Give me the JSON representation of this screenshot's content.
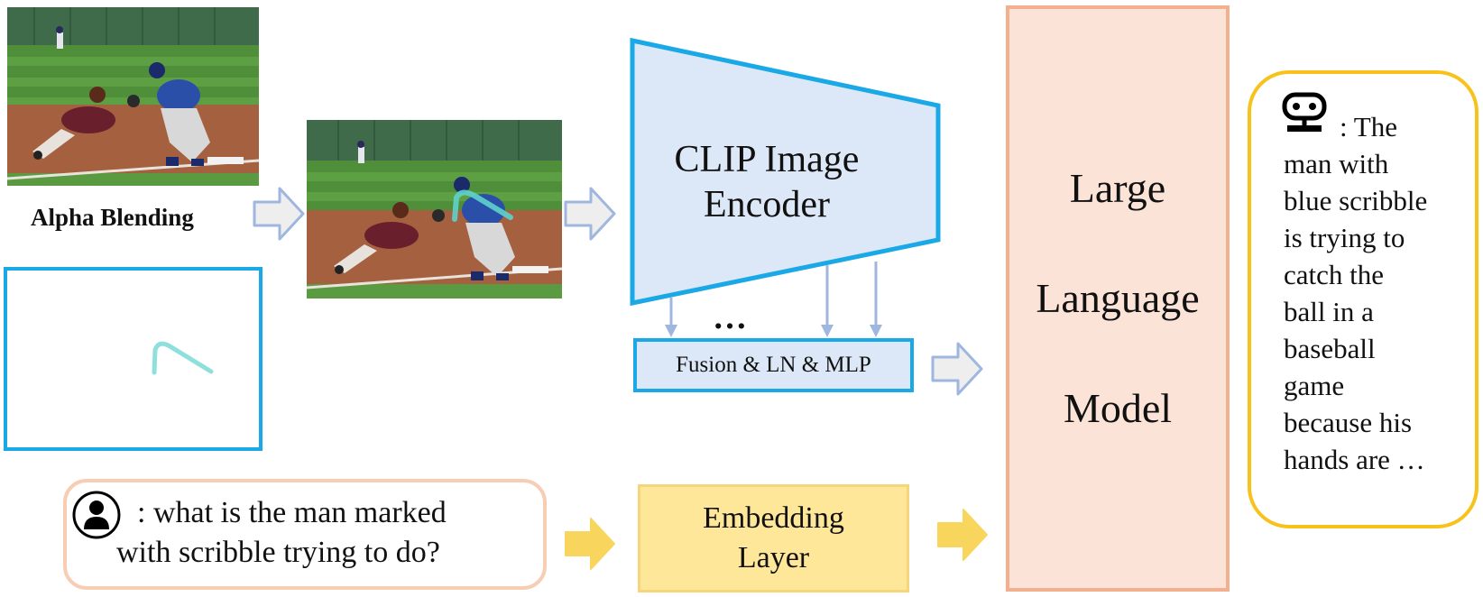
{
  "blending": {
    "label": "Alpha Blending"
  },
  "clip": {
    "line1": "CLIP Image",
    "line2": "Encoder"
  },
  "dots": "…",
  "fusion": {
    "label": "Fusion & LN & MLP"
  },
  "embedding": {
    "line1": "Embedding",
    "line2": "Layer"
  },
  "llm": {
    "line1": "Large",
    "line2": "Language",
    "line3": "Model"
  },
  "question": {
    "prefix": ": what is the man marked",
    "line2": "with scribble trying to do?"
  },
  "answer": {
    "first": ": The",
    "lines": [
      "man with",
      "blue scribble",
      "is trying to",
      "catch the",
      "ball in a",
      "baseball",
      "game",
      "because his",
      "hands are …"
    ]
  },
  "colors": {
    "encoder_border": "#1aa8e6",
    "encoder_fill": "#dce8f7",
    "scribble": "#8fe0dc",
    "arrow_blue": "#9fb6df",
    "arrow_yellow": "#f8d65e",
    "llm_fill": "#fbe4d7",
    "answer_border": "#f7c21c"
  }
}
